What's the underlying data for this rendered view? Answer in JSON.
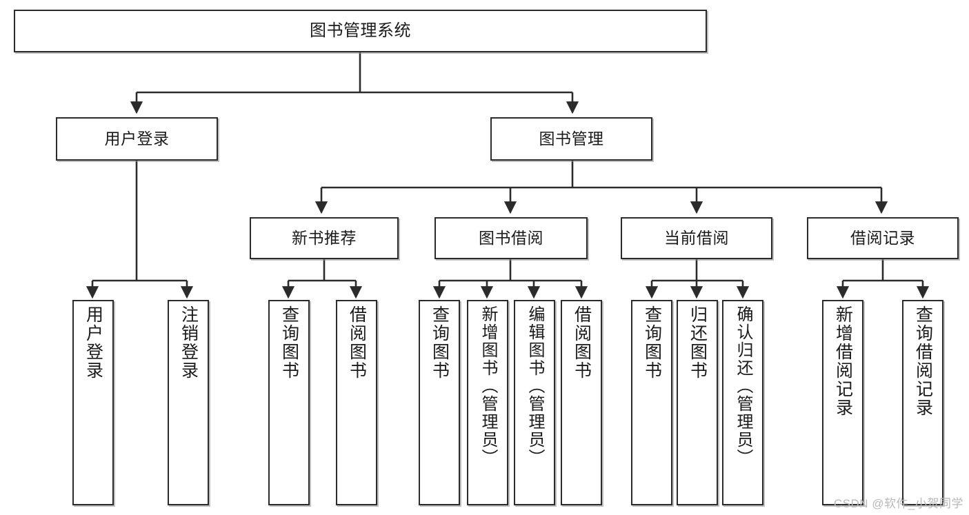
{
  "diagram": {
    "title": "图书管理系统",
    "type": "tree-hierarchy",
    "watermark": "CSDN @软件_小贺同学",
    "colors": {
      "node_border": "#2b2b2b",
      "node_fill": "#ffffff",
      "edge": "#2b2b2b",
      "text": "#1a1a1a",
      "watermark": "#b9b9b9",
      "background": "#ffffff"
    },
    "nodes": {
      "root": {
        "label": "图书管理系统"
      },
      "level2": [
        {
          "id": "user-login",
          "label": "用户登录"
        },
        {
          "id": "book-management",
          "label": "图书管理"
        }
      ],
      "level3": [
        {
          "id": "new-book-recommend",
          "label": "新书推荐"
        },
        {
          "id": "book-borrow",
          "label": "图书借阅"
        },
        {
          "id": "current-borrow",
          "label": "当前借阅"
        },
        {
          "id": "borrow-record",
          "label": "借阅记录"
        }
      ],
      "leaves": {
        "user_login": [
          {
            "id": "leaf-user-login",
            "label": "用户登录"
          },
          {
            "id": "leaf-logout-login",
            "label": "注销登录"
          }
        ],
        "new_book_recommend": [
          {
            "id": "leaf-query-book-1",
            "label": "查询图书"
          },
          {
            "id": "leaf-borrow-book-1",
            "label": "借阅图书"
          }
        ],
        "book_borrow": [
          {
            "id": "leaf-query-book-2",
            "label": "查询图书"
          },
          {
            "id": "leaf-add-book",
            "label": "新增图书（管理员）"
          },
          {
            "id": "leaf-edit-book",
            "label": "编辑图书（管理员）"
          },
          {
            "id": "leaf-borrow-book-2",
            "label": "借阅图书"
          }
        ],
        "current_borrow": [
          {
            "id": "leaf-query-book-3",
            "label": "查询图书"
          },
          {
            "id": "leaf-return-book",
            "label": "归还图书"
          },
          {
            "id": "leaf-confirm-return",
            "label": "确认归还（管理员）"
          }
        ],
        "borrow_record": [
          {
            "id": "leaf-add-borrow-record",
            "label": "新增借阅记录"
          },
          {
            "id": "leaf-query-borrow-record",
            "label": "查询借阅记录"
          }
        ]
      }
    }
  }
}
